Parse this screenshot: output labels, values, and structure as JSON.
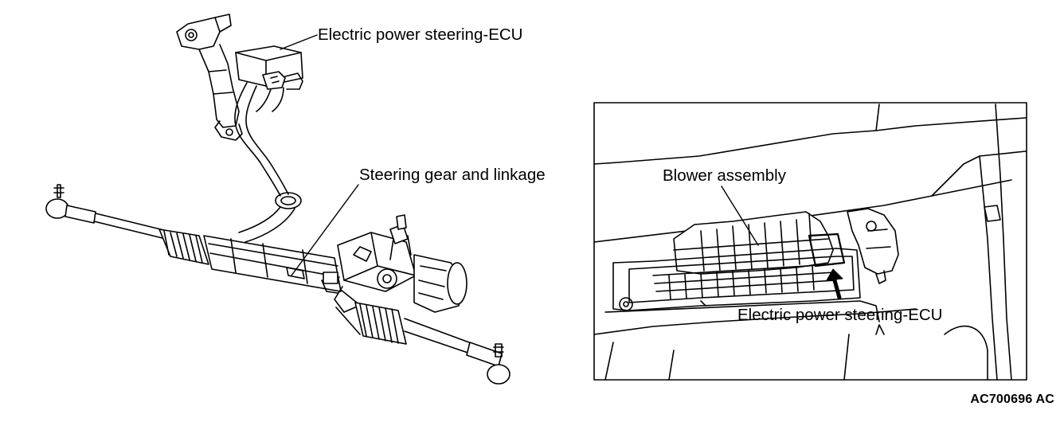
{
  "figure": {
    "labels": {
      "ecu_top": "Electric power steering-ECU",
      "steering_gear": "Steering gear and linkage",
      "blower": "Blower assembly",
      "ecu_detail": "Electric power steering-ECU"
    },
    "code": "AC700696 AC"
  }
}
